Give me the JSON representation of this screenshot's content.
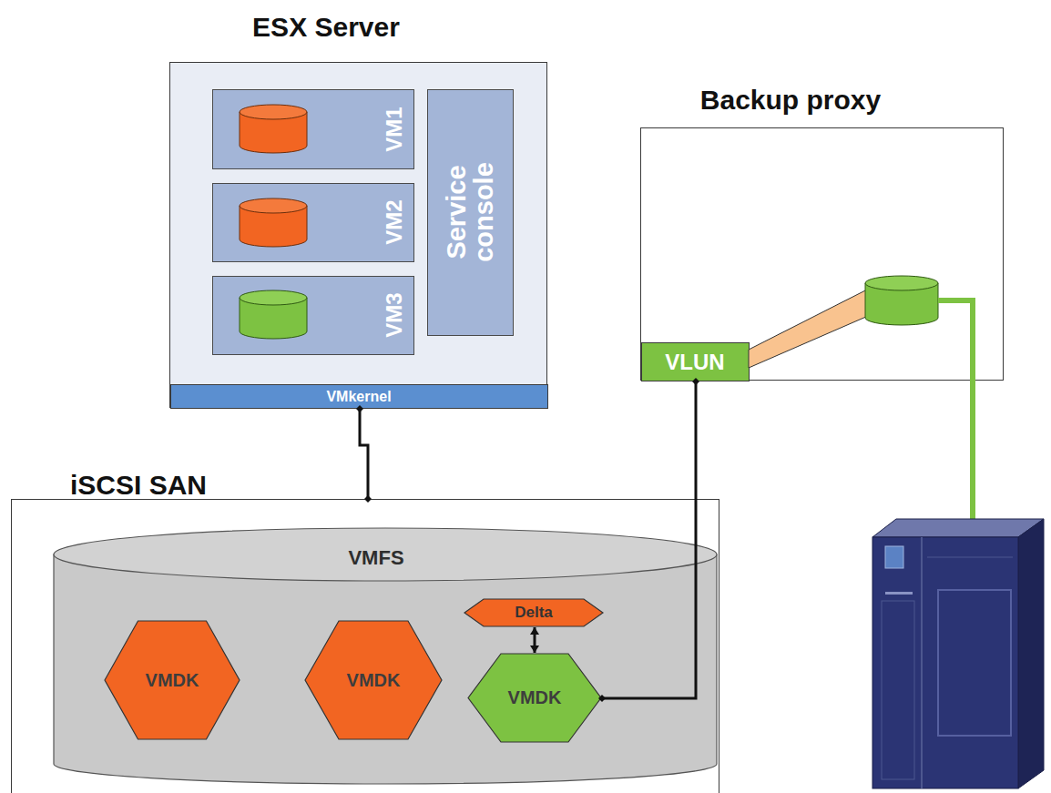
{
  "diagram": {
    "nodes": [
      {
        "text": [
          "ESX Server"
        ]
      },
      {
        "text": [
          "VM1"
        ],
        "in": 0
      },
      {
        "text": [
          "VM2"
        ],
        "in": 0
      },
      {
        "text": [
          "VM3"
        ],
        "in": 0
      },
      {
        "text": [
          "Service console"
        ],
        "in": 0
      },
      {
        "text": [
          "VMkernel"
        ],
        "in": 0
      },
      {
        "text": [
          "Backup proxy"
        ]
      },
      {
        "text": [
          "VLUN"
        ],
        "in": 6
      },
      {
        "text": [
          "iSCSI SAN"
        ]
      },
      {
        "text": [
          "VMFS"
        ],
        "in": 8
      },
      {
        "text": [
          "VMDK"
        ],
        "in": 9
      },
      {
        "text": [
          "VMDK"
        ],
        "in": 9
      },
      {
        "text": [
          "Delta"
        ],
        "in": 9
      },
      {
        "text": [
          "VMDK"
        ],
        "in": 9
      }
    ],
    "edges": [
      {
        "from": 5,
        "to": 8,
        "arrow": "none"
      },
      {
        "from": 12,
        "to": 13,
        "arrow": "both"
      },
      {
        "from": 7,
        "to": 13,
        "arrow": "none"
      }
    ]
  }
}
